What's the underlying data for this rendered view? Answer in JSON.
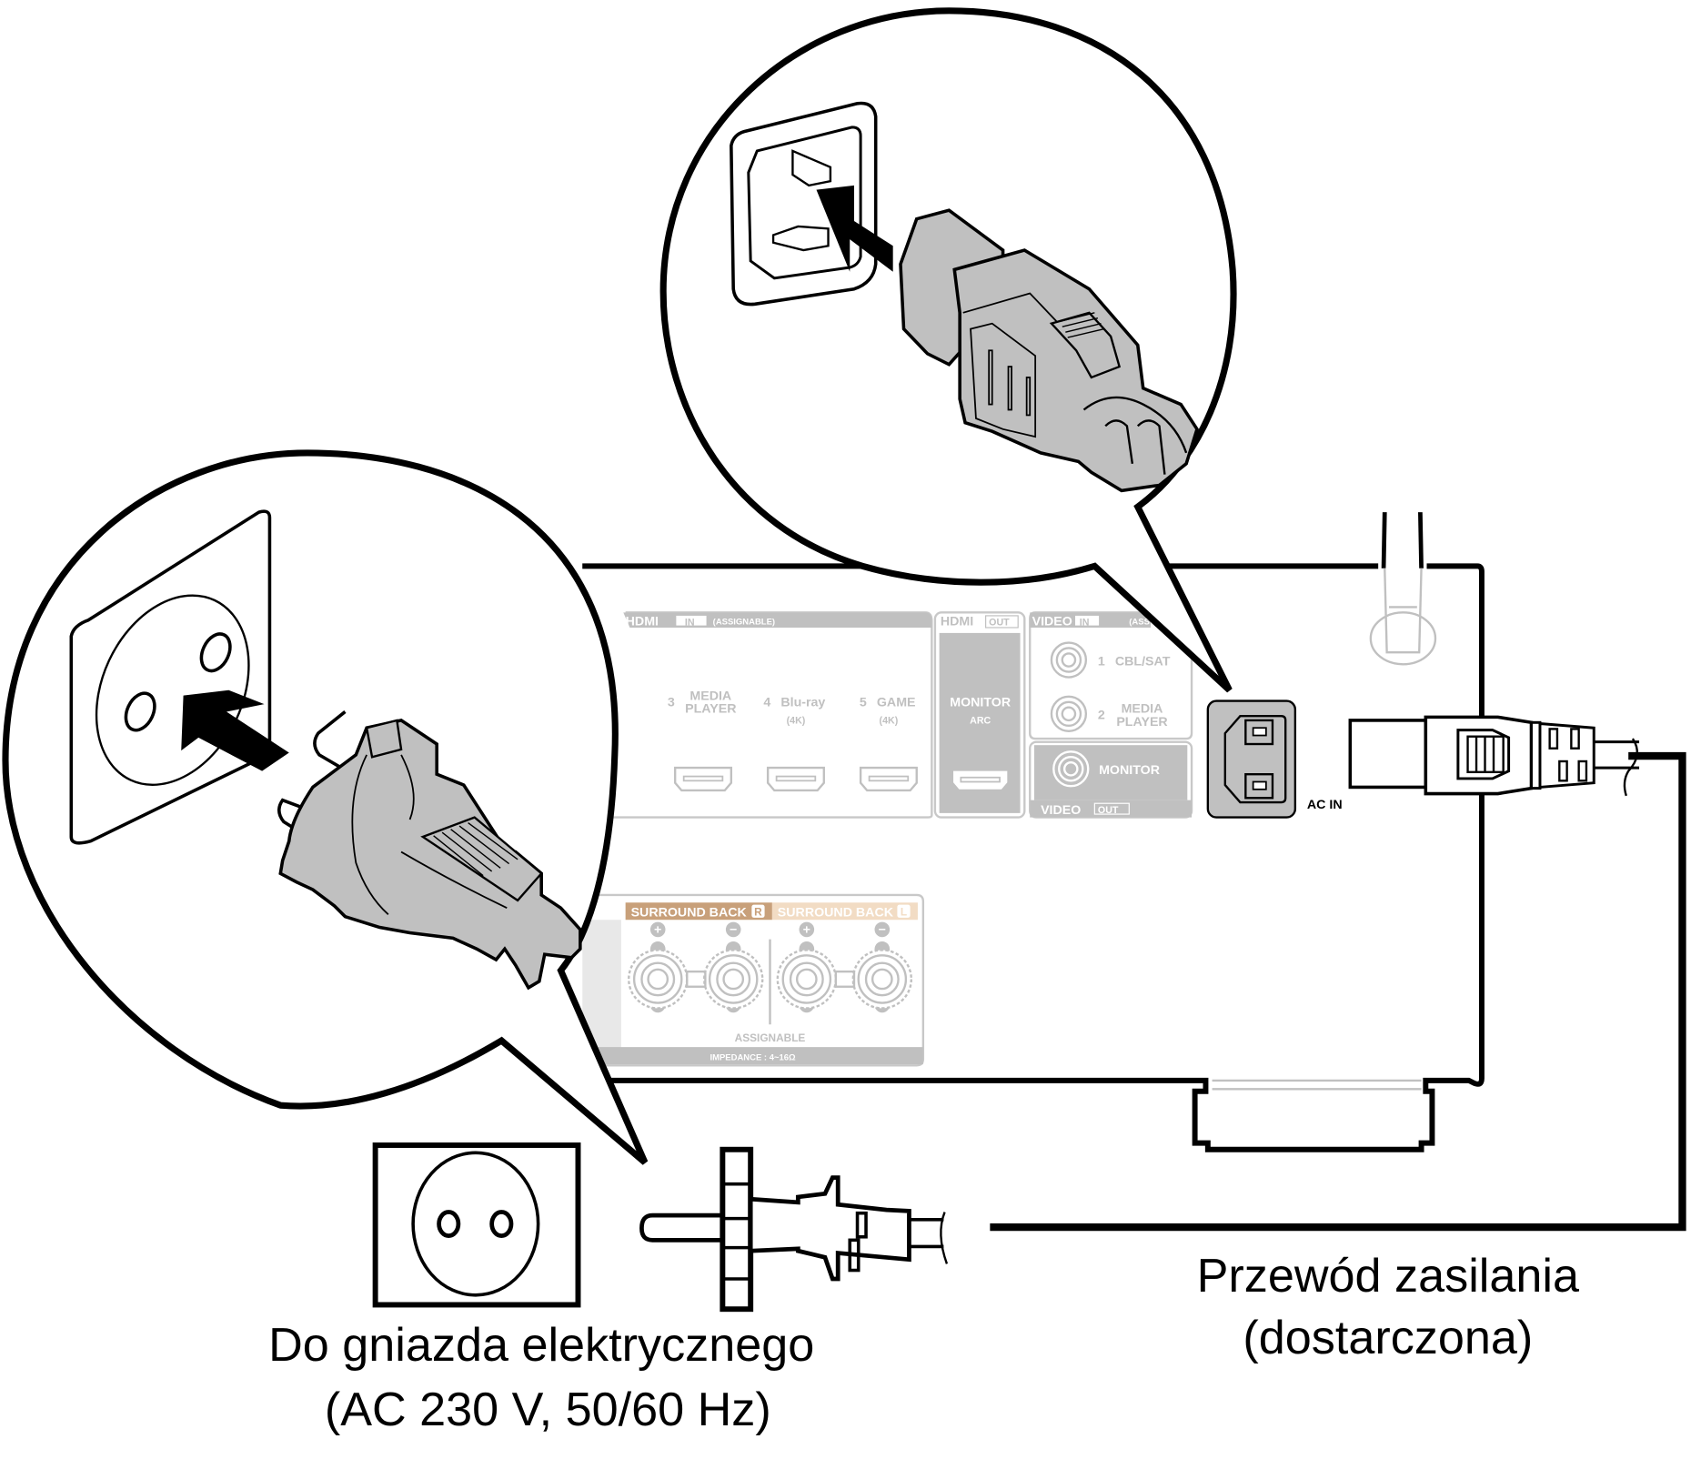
{
  "diagram": {
    "title": "Power cord connection",
    "receiver_panel": {
      "hdmi_in": {
        "header": "HDMI",
        "badge": "IN",
        "note": "(ASSIGNABLE)",
        "inputs": [
          {
            "number": "3",
            "label_line1": "MEDIA",
            "label_line2": "PLAYER",
            "sub": ""
          },
          {
            "number": "4",
            "label_line1": "Blu-ray",
            "label_line2": "",
            "sub": "(4K)"
          },
          {
            "number": "5",
            "label_line1": "GAME",
            "label_line2": "",
            "sub": "(4K)"
          }
        ]
      },
      "hdmi_out": {
        "header": "HDMI",
        "badge": "OUT",
        "label": "MONITOR",
        "sub": "ARC"
      },
      "video_in": {
        "header": "VIDEO",
        "badge": "IN",
        "note": "(ASS",
        "inputs": [
          {
            "number": "1",
            "label_line1": "CBL/SAT",
            "label_line2": ""
          },
          {
            "number": "2",
            "label_line1": "MEDIA",
            "label_line2": "PLAYER"
          }
        ]
      },
      "video_out": {
        "header": "VIDEO",
        "badge": "OUT",
        "label": "MONITOR"
      },
      "speakers": {
        "surround_back_r": "SURROUND BACK",
        "badge_r": "R",
        "surround_back_l": "SURROUND BACK",
        "badge_l": "L",
        "plus": "+",
        "minus": "−",
        "assignable": "ASSIGNABLE",
        "impedance": "IMPEDANCE : 4~16Ω"
      },
      "ac_in_label": "AC IN"
    },
    "captions": {
      "outlet_line1": "Do gniazda elektrycznego",
      "outlet_line2": "(AC 230 V, 50/60 Hz)",
      "cord_line1": "Przewód zasilania",
      "cord_line2": "(dostarczona)"
    },
    "colors": {
      "panel_gray": "#c0c0c0",
      "surround_r": "#c8a07a",
      "surround_l": "#f2dcc4",
      "line": "#000000"
    }
  }
}
